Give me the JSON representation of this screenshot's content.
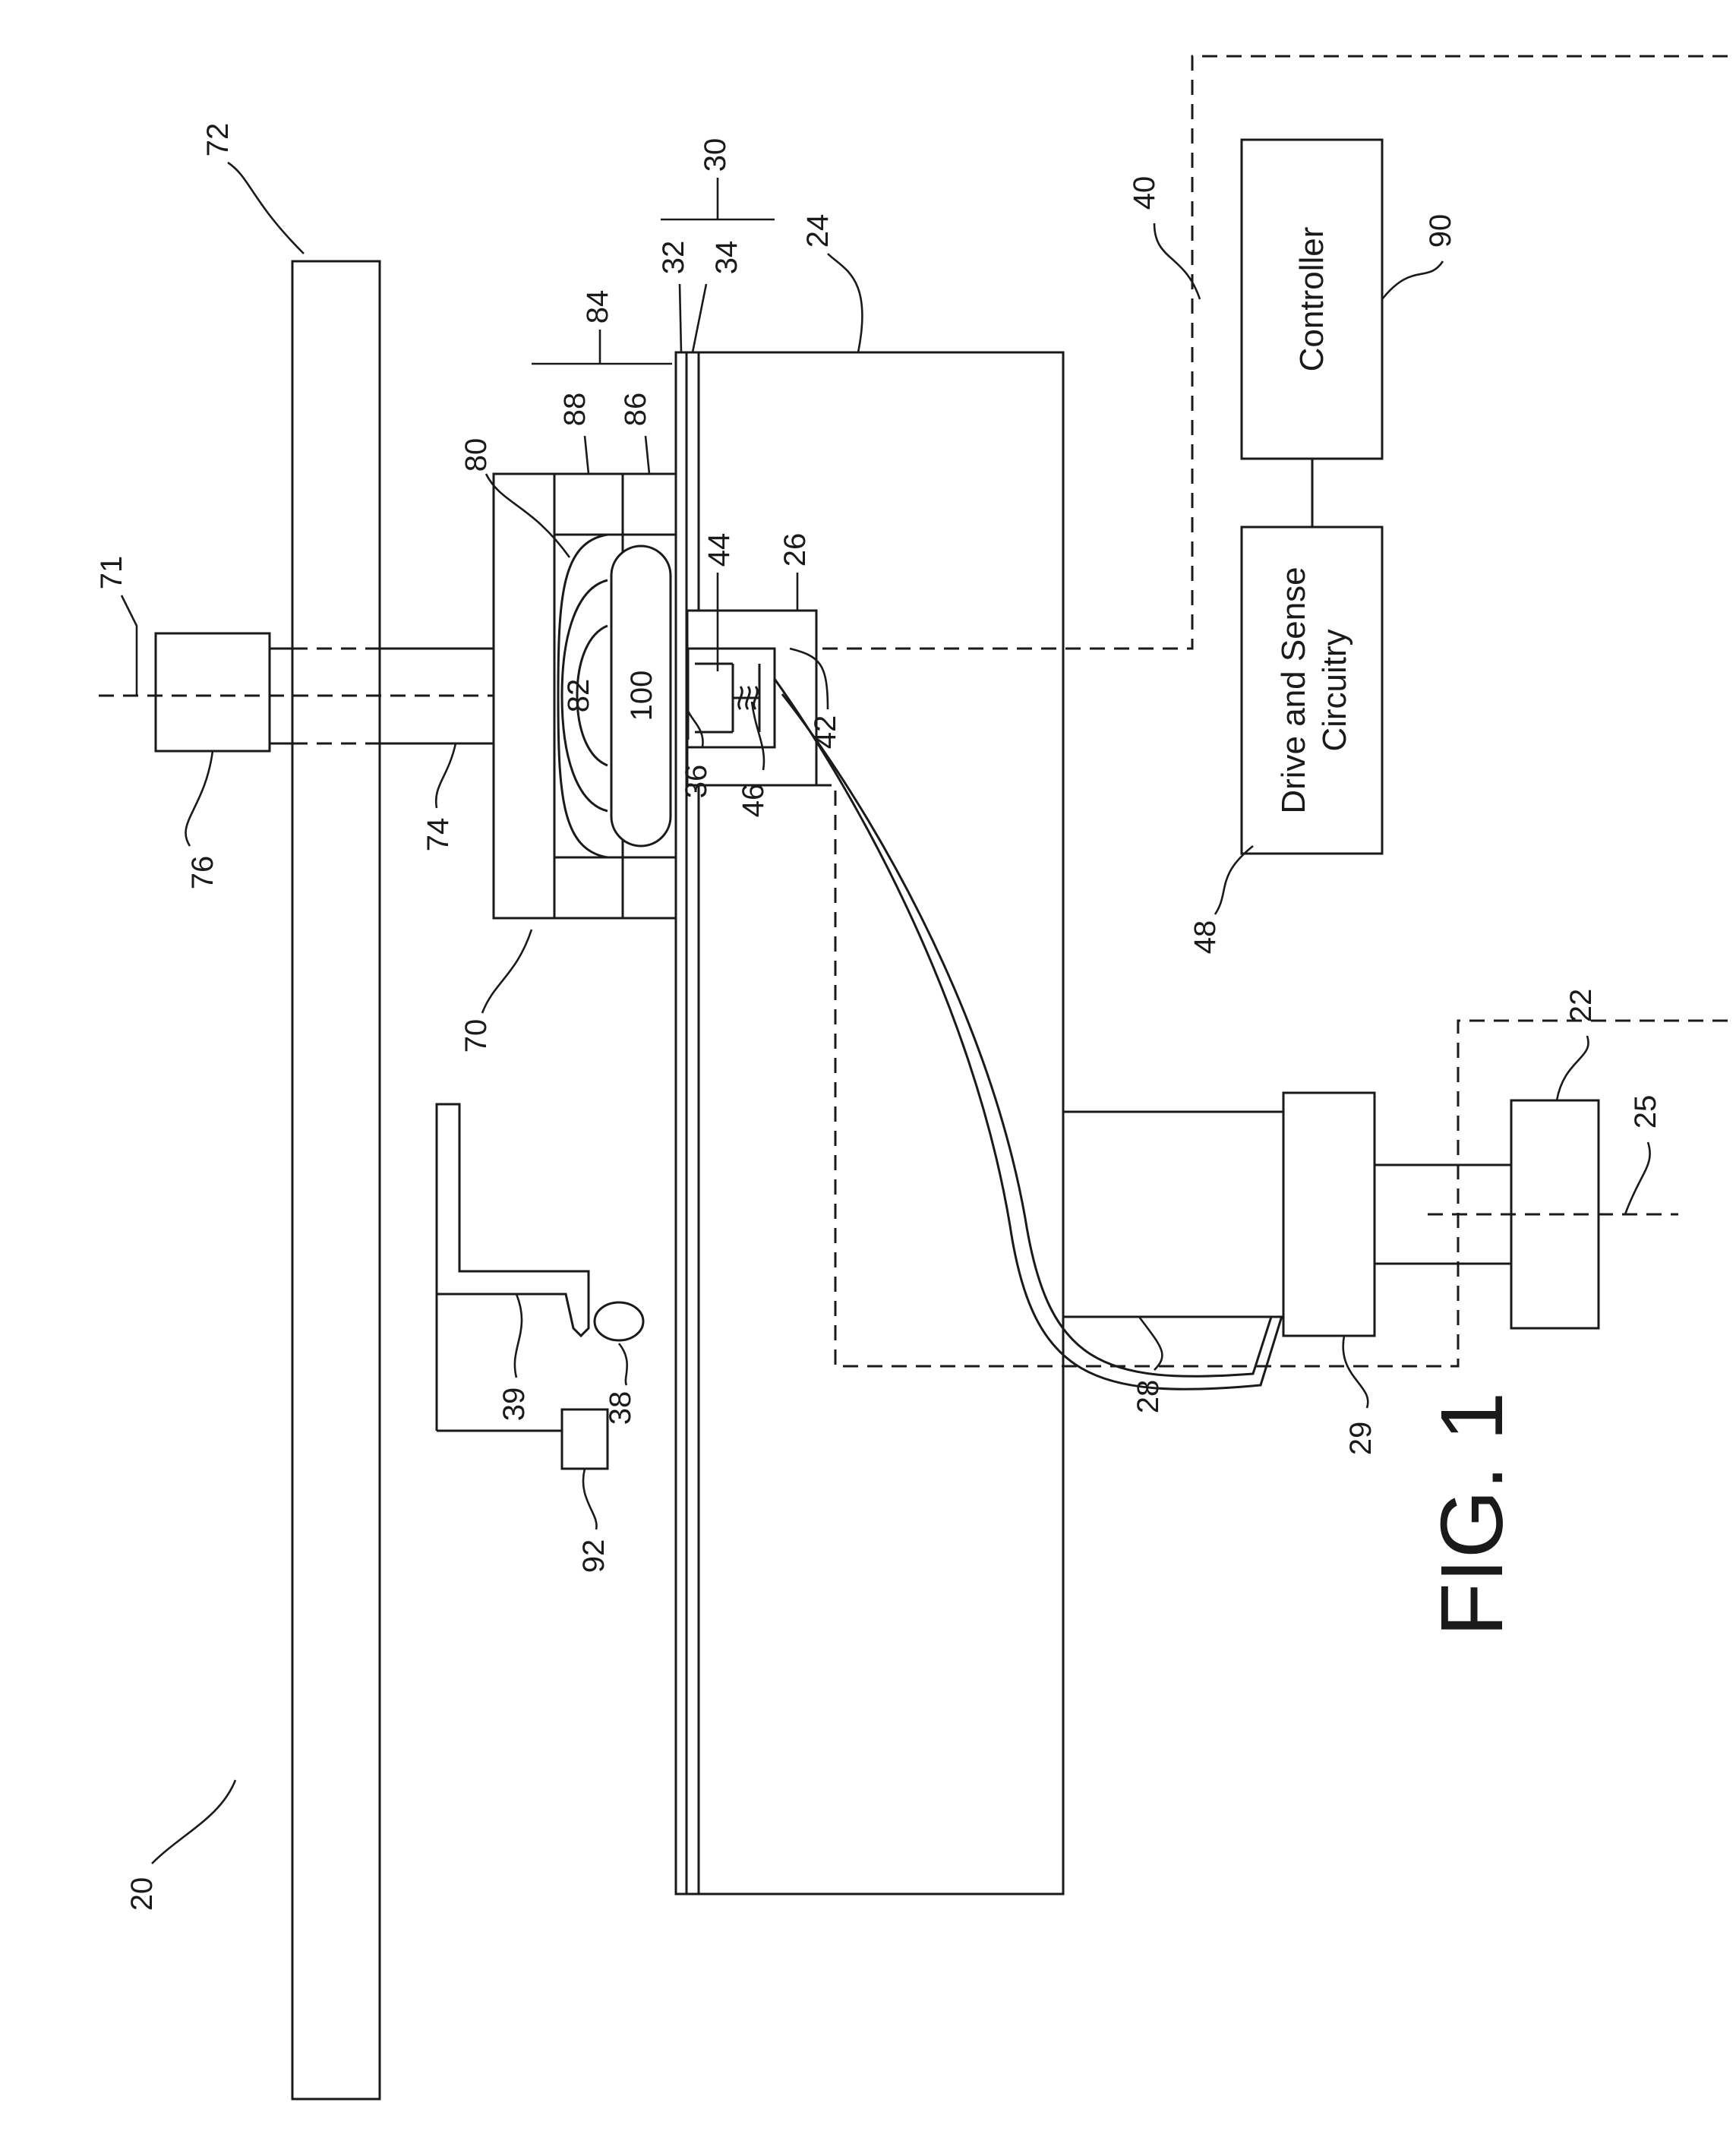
{
  "refs": {
    "r20": "20",
    "r22": "22",
    "r24": "24",
    "r25": "25",
    "r26": "26",
    "r28": "28",
    "r29": "29",
    "r30": "30",
    "r32": "32",
    "r34": "34",
    "r36": "36",
    "r38": "38",
    "r39": "39",
    "r40": "40",
    "r42": "42",
    "r44": "44",
    "r46": "46",
    "r48": "48",
    "r70": "70",
    "r71": "71",
    "r72": "72",
    "r74": "74",
    "r76": "76",
    "r80": "80",
    "r82": "82",
    "r84": "84",
    "r86": "86",
    "r88": "88",
    "r90": "90",
    "r92": "92",
    "r100": "100"
  },
  "blocks": {
    "controller": "Controller",
    "drive_line1": "Drive and Sense",
    "drive_line2": "Circuitry"
  },
  "caption": "FIG. 1"
}
